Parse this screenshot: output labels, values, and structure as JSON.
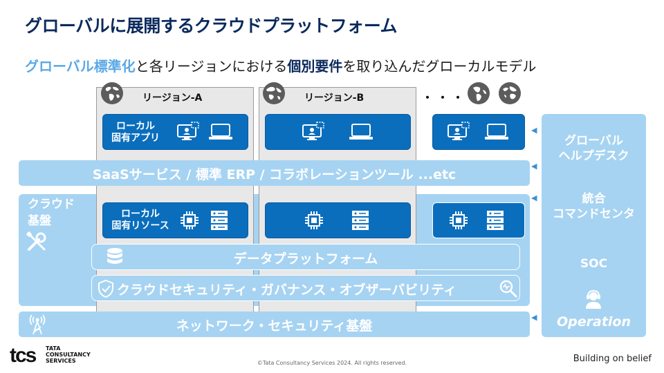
{
  "title": "グローバルに展開するクラウドプラットフォーム",
  "subtitle": {
    "part1": "グローバル標準化",
    "part2": "と各リージョンにおける",
    "part3": "個別要件",
    "part4": "を取り込んだグローカルモデル"
  },
  "regions": [
    {
      "label": "リージョン-A"
    },
    {
      "label": "リージョン-B"
    }
  ],
  "ellipsis": "・・・",
  "local_apps": {
    "label_line1": "ローカル",
    "label_line2": "固有アプリ"
  },
  "saas_band": "SaaSサービス / 標準 ERP / コラボレーションツール ...etc",
  "cloud_infra": {
    "label_line1": "クラウド",
    "label_line2": "基盤"
  },
  "local_resources": {
    "label_line1": "ローカル",
    "label_line2": "固有リソース"
  },
  "data_platform": "データプラットフォーム",
  "cloud_security": "クラウドセキュリティ・ガバナンス・オブザーバビリティ",
  "network_band": "ネットワーク・セキュリティ基盤",
  "right_panel": {
    "helpdesk_line1": "グローバル",
    "helpdesk_line2": "ヘルプデスク",
    "command_line1": "統合",
    "command_line2": "コマンドセンタ",
    "soc": "SOC",
    "operation": "Operation"
  },
  "footer": {
    "copyright": "©Tata Consultancy Services 2024.  All rights reserved.",
    "tagline": "Building on belief",
    "logo_mark": "tcs",
    "logo_line1": "TATA",
    "logo_line2": "CONSULTANCY",
    "logo_line3": "SERVICES"
  },
  "colors": {
    "accent_dark": "#0b2a5c",
    "accent_light": "#5aa8e6",
    "tile": "#0a6ebd",
    "band": "#a6d3f2"
  },
  "icons": [
    "globe-icon",
    "monitor-user-icon",
    "laptop-icon",
    "chip-icon",
    "server-icon",
    "database-icon",
    "shield-icon",
    "magnifier-icon",
    "wrench-icon",
    "antenna-icon",
    "headset-user-icon",
    "arrow-left-icon"
  ]
}
